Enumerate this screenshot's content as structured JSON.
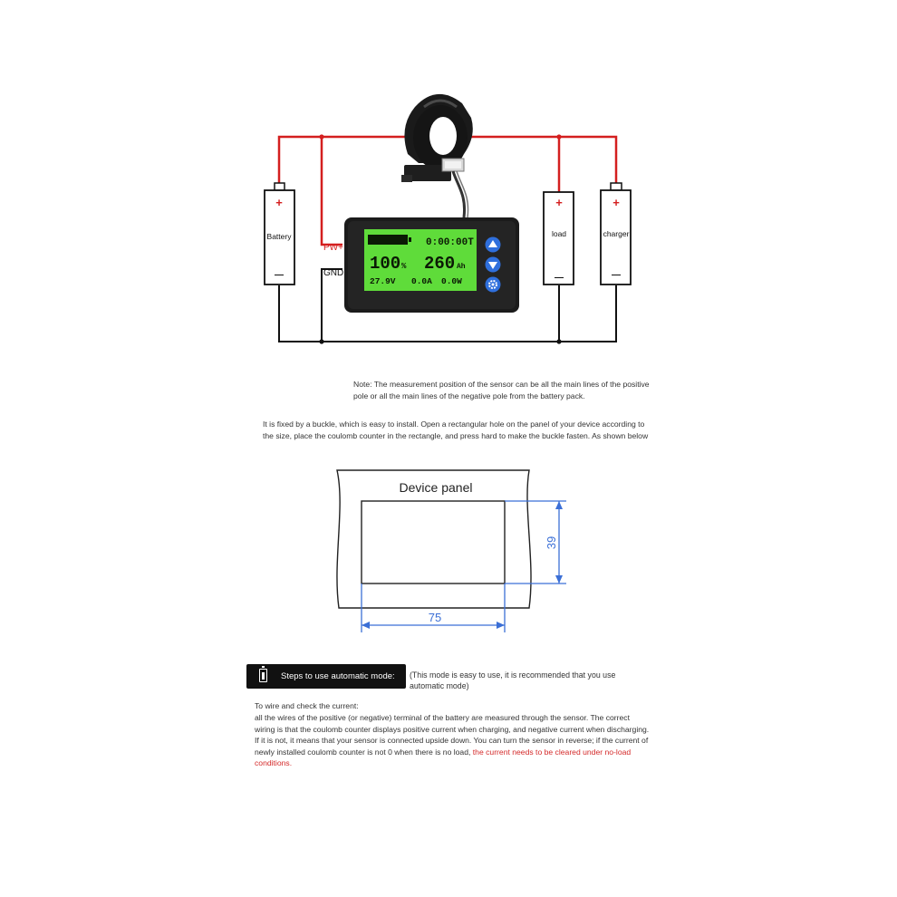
{
  "wiring_diagram": {
    "battery_label": "Battery",
    "load_label": "load",
    "charger_label": "charger",
    "plus_sign": "+",
    "minus_sign": "—",
    "pw_label": "PW+",
    "gnd_label": "GND",
    "lcd": {
      "time": "0:00:00T",
      "percent": "100",
      "percent_unit": "%",
      "capacity": "260",
      "capacity_unit": "Ah",
      "voltage": "27.9V",
      "current": "0.0A",
      "power": "0.0W"
    },
    "colors": {
      "wire_positive": "#d41f1f",
      "wire_negative": "#111111",
      "lcd_background": "#5fdc3a",
      "button_blue": "#2f6fdc"
    },
    "buttons": [
      "up-arrow-icon",
      "down-arrow-icon",
      "gear-icon"
    ]
  },
  "note_text": "Note: The measurement position of the sensor can be all the main lines of the positive pole or all the main lines of the negative pole from the battery pack.",
  "install_text": "It is fixed by a buckle, which is easy to install. Open a rectangular hole on the panel of your device according to the size, place the coulomb counter in the rectangle, and press hard to make the buckle fasten. As shown below",
  "panel_diagram": {
    "title": "Device panel",
    "height_label": "39",
    "width_label": "75"
  },
  "steps": {
    "label": "Steps to use automatic mode:",
    "note": "(This mode is easy to use, it is recommended that you use automatic mode)"
  },
  "instructions": {
    "heading": "To wire and check the current:",
    "body": "all the wires of the positive (or negative) terminal of the battery are measured through the sensor. The correct wiring is that the coulomb counter displays positive current when charging, and negative current when discharging. If it is not, it means that your sensor is connected upside down. You can turn the sensor in reverse; if the current of newly installed coulomb counter is not 0 when there is no load,",
    "highlight": "the current needs to be cleared under no-load conditions."
  }
}
